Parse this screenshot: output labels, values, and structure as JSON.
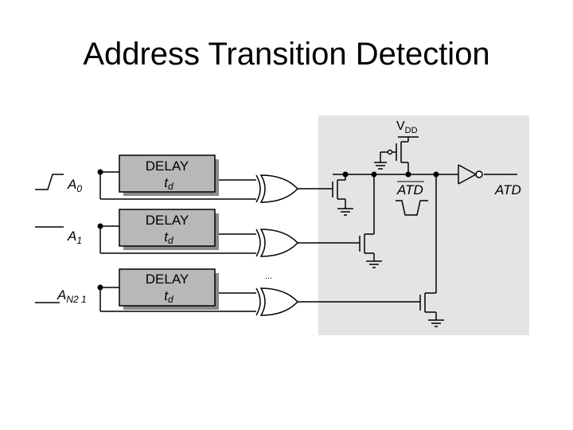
{
  "title": "Address Transition Detection",
  "vdd": {
    "main": "V",
    "sub": "DD"
  },
  "inputs": [
    {
      "main": "A",
      "sub": "0"
    },
    {
      "main": "A",
      "sub": "1"
    },
    {
      "main": "A",
      "sub": "N2 1"
    }
  ],
  "delay_blocks": [
    {
      "line1": "DELAY",
      "td_main": "t",
      "td_sub": "d"
    },
    {
      "line1": "DELAY",
      "td_main": "t",
      "td_sub": "d"
    },
    {
      "line1": "DELAY",
      "td_main": "t",
      "td_sub": "d"
    }
  ],
  "atd_node_label": "ATD",
  "atd_output_label": "ATD",
  "ellipsis": "...",
  "colors": {
    "shaded_region": "#e4e4e4",
    "delay_fill": "#b8b8b8",
    "delay_shadow": "#8a8a8a"
  }
}
